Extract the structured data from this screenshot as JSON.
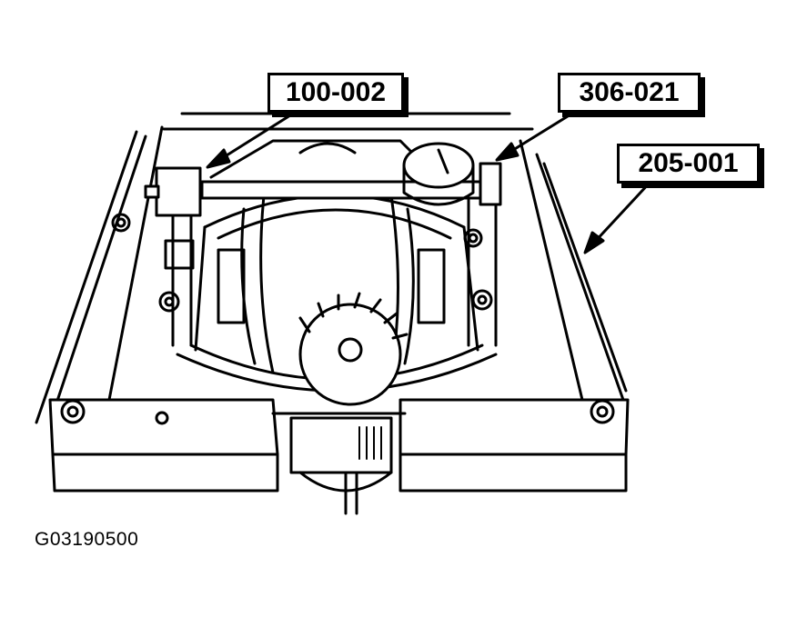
{
  "callouts": {
    "tool_a": "100-002",
    "tool_b": "306-021",
    "tool_c": "205-001"
  },
  "figure_id": "G03190500",
  "colors": {
    "ink": "#000000",
    "paper": "#ffffff"
  }
}
